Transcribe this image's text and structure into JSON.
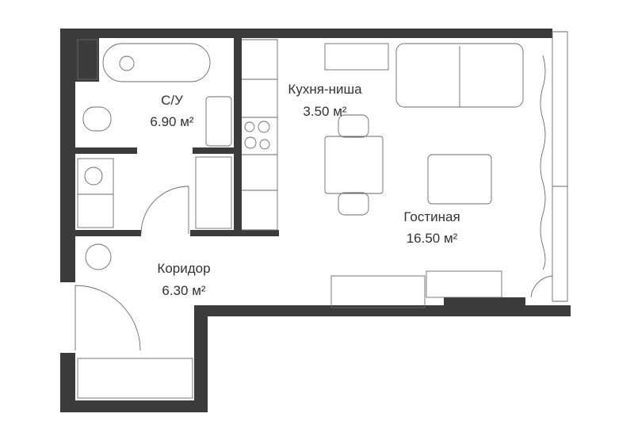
{
  "rooms": {
    "bathroom": {
      "name": "С/У",
      "area": "6.90 м²"
    },
    "kitchen": {
      "name": "Кухня-ниша",
      "area": "3.50 м²"
    },
    "living": {
      "name": "Гостиная",
      "area": "16.50 м²"
    },
    "corridor": {
      "name": "Коридор",
      "area": "6.30 м²"
    }
  },
  "colors": {
    "wall": "#3b3b3b",
    "line": "#6a6a6a"
  }
}
